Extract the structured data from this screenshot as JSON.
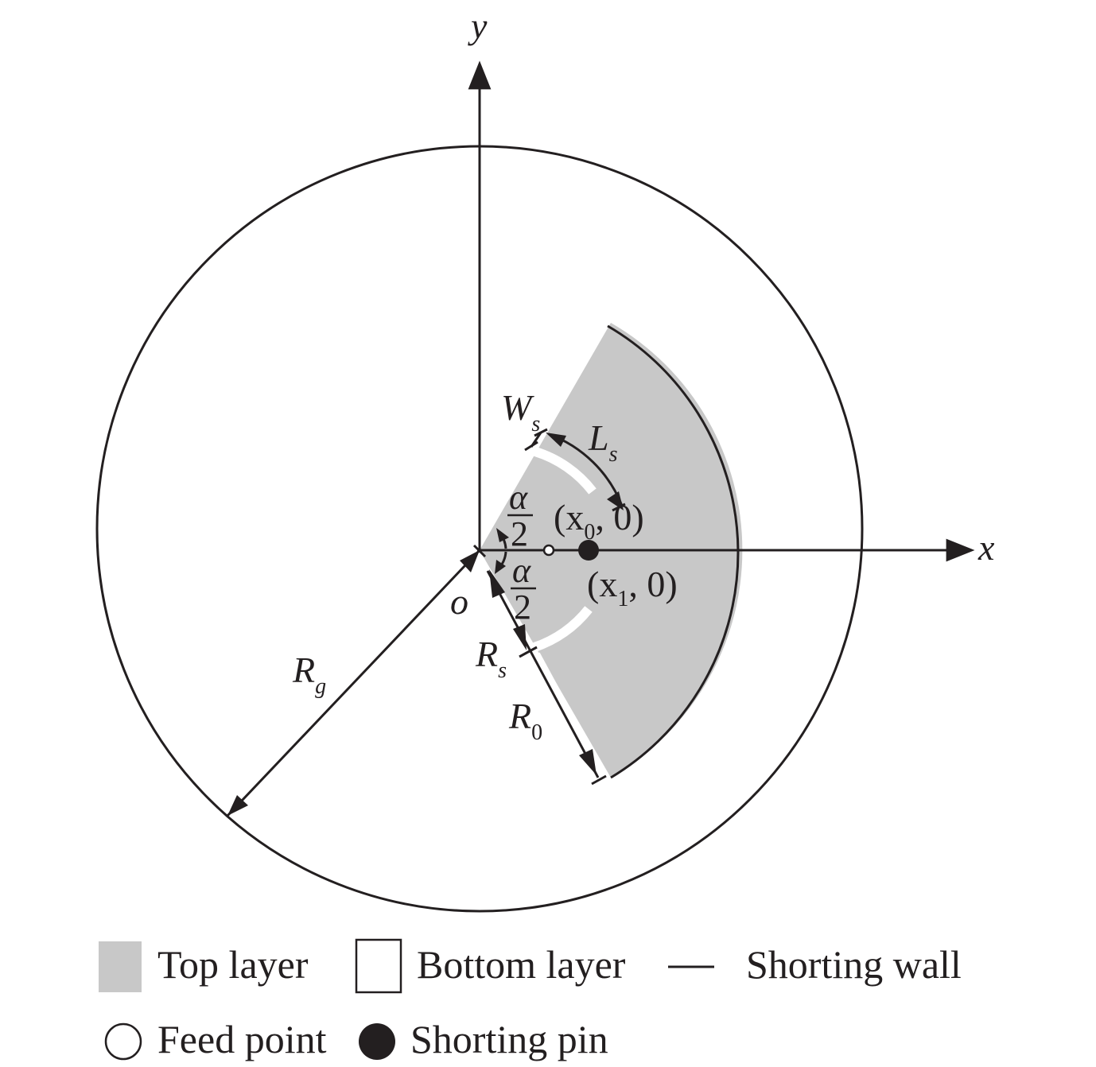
{
  "axes": {
    "x_label": "x",
    "y_label": "y",
    "origin_label": "o"
  },
  "dimensions": {
    "ws": {
      "main": "W",
      "sub": "s"
    },
    "ls": {
      "main": "L",
      "sub": "s"
    },
    "rs": {
      "main": "R",
      "sub": "s"
    },
    "r0": {
      "main": "R",
      "sub": "0"
    },
    "rg": {
      "main": "R",
      "sub": "g"
    },
    "alpha_half_top": {
      "num": "α",
      "den": "2"
    },
    "alpha_half_bottom": {
      "num": "α",
      "den": "2"
    }
  },
  "points": {
    "feed": {
      "pre": "(x",
      "sub": "0",
      "post": ", 0)"
    },
    "pin": {
      "pre": "(x",
      "sub": "1",
      "post": ", 0)"
    }
  },
  "legend": {
    "top_layer": "Top layer",
    "bottom_layer": "Bottom layer",
    "shorting_wall": "Shorting wall",
    "feed_point": "Feed point",
    "shorting_pin": "Shorting pin"
  },
  "colors": {
    "top_layer_fill": "#c8c8c8",
    "stroke": "#231f20",
    "slot": "#ffffff"
  }
}
